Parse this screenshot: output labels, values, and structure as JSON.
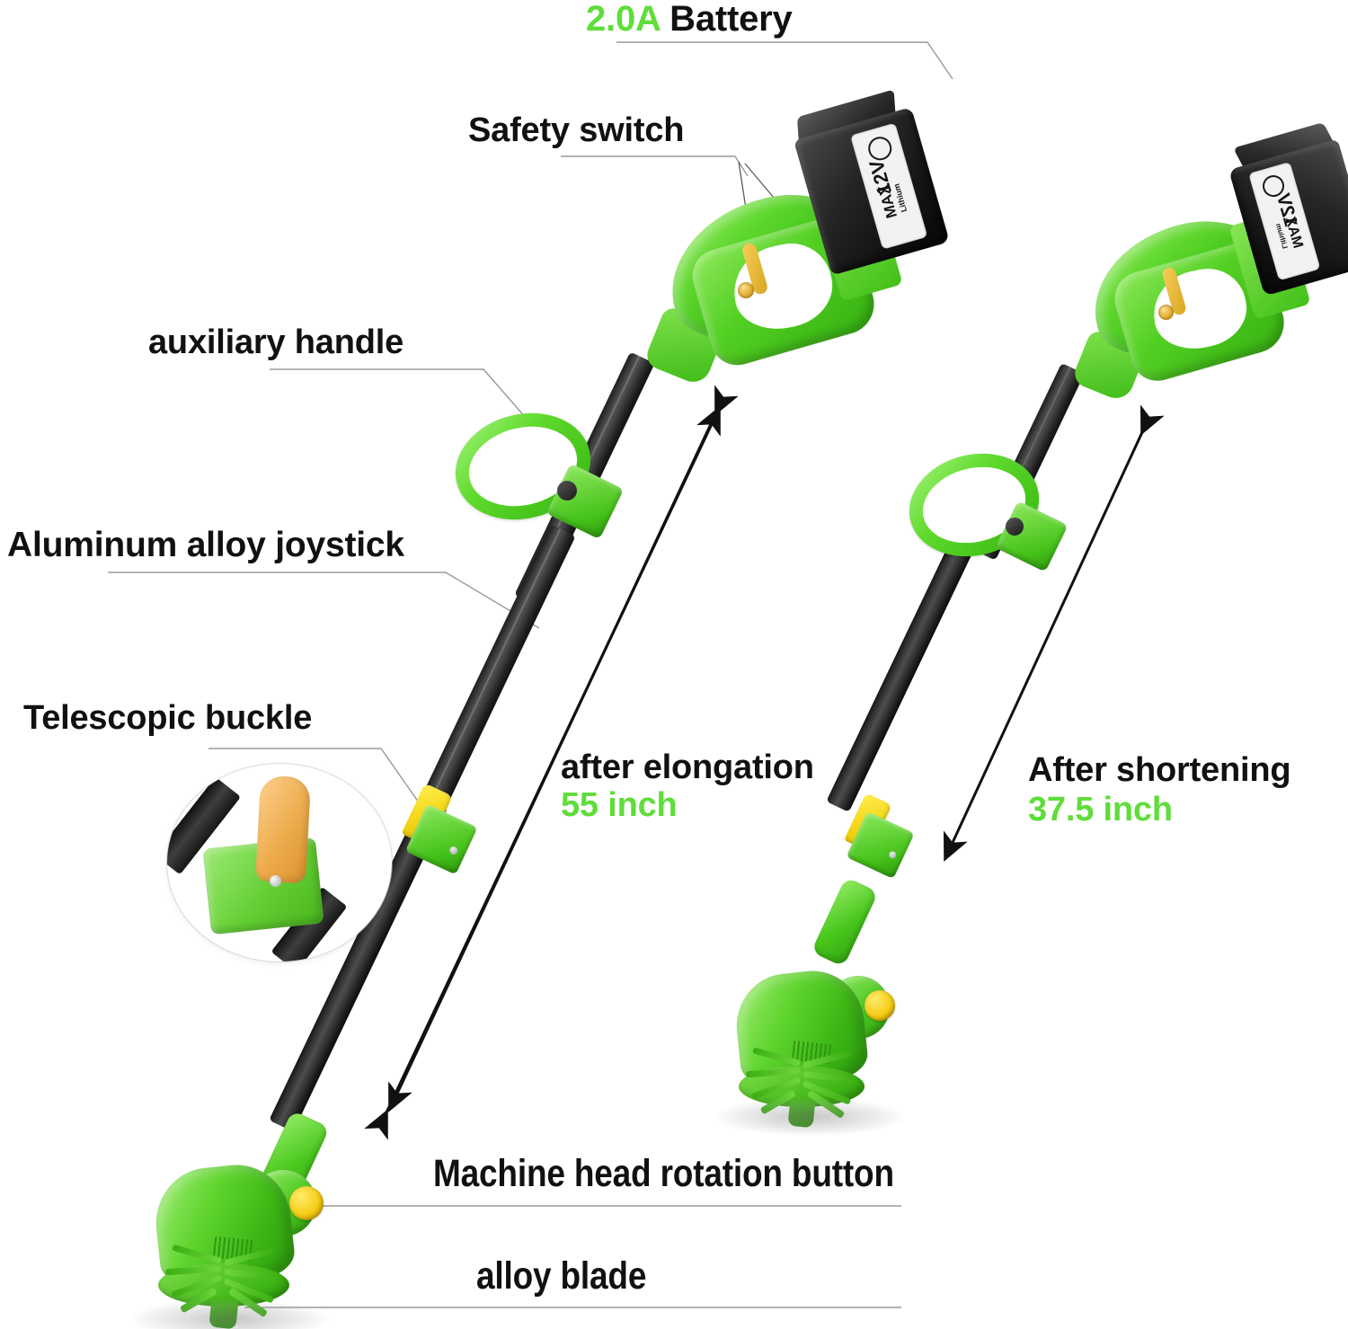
{
  "page": {
    "background": "#ffffff",
    "accent_green": "#5fdd3a",
    "text_color": "#111111",
    "leader_color": "#8c8c8c"
  },
  "callouts": {
    "battery": {
      "value": "2.0A",
      "label": "Battery"
    },
    "safety_switch": {
      "label": "Safety switch"
    },
    "auxiliary_handle": {
      "label": "auxiliary handle"
    },
    "aluminum_joystick": {
      "label": "Aluminum alloy joystick"
    },
    "telescopic_buckle": {
      "label": "Telescopic buckle"
    },
    "machine_head_rotation": {
      "label": "Machine head rotation button"
    },
    "alloy_blade": {
      "label": "alloy blade"
    }
  },
  "measurements": {
    "elongated": {
      "title": "after elongation",
      "value": "55 inch"
    },
    "shortened": {
      "title": "After shortening",
      "value": "37.5 inch"
    }
  },
  "battery_pack": {
    "voltage": "12V",
    "max": "MAX",
    "chemistry": "Lithium"
  },
  "icons": {
    "arrow_up": "arrow-up-icon",
    "arrow_down": "arrow-down-icon",
    "magnifier_inset": "detail-inset-icon"
  }
}
